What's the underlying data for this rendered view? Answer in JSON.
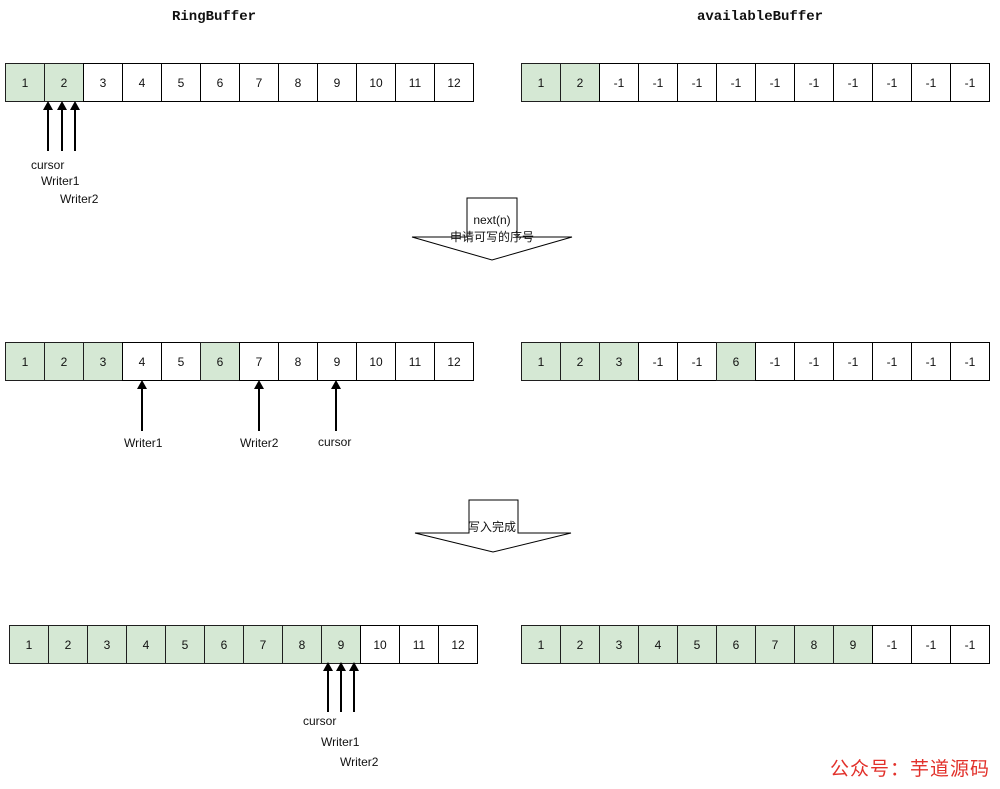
{
  "titles": {
    "ring": "RingBuffer",
    "available": "availableBuffer"
  },
  "colors": {
    "written": "#d5e8d4",
    "written_dark": "#b5d69a",
    "empty": "#ffffff",
    "watermark": "#e2312b"
  },
  "stage1": {
    "ring": [
      {
        "v": "1",
        "on": true
      },
      {
        "v": "2",
        "on": true
      },
      {
        "v": "3"
      },
      {
        "v": "4"
      },
      {
        "v": "5"
      },
      {
        "v": "6"
      },
      {
        "v": "7"
      },
      {
        "v": "8"
      },
      {
        "v": "9"
      },
      {
        "v": "10"
      },
      {
        "v": "11"
      },
      {
        "v": "12"
      }
    ],
    "available": [
      {
        "v": "1",
        "on": true
      },
      {
        "v": "2",
        "on": true
      },
      {
        "v": "-1"
      },
      {
        "v": "-1"
      },
      {
        "v": "-1"
      },
      {
        "v": "-1"
      },
      {
        "v": "-1"
      },
      {
        "v": "-1"
      },
      {
        "v": "-1"
      },
      {
        "v": "-1"
      },
      {
        "v": "-1"
      },
      {
        "v": "-1"
      }
    ],
    "pointers": {
      "cursor": "cursor",
      "writer1": "Writer1",
      "writer2": "Writer2"
    }
  },
  "step1": {
    "line1": "next(n)",
    "line2": "申请可写的序号"
  },
  "stage2": {
    "ring": [
      {
        "v": "1",
        "on": true
      },
      {
        "v": "2",
        "on": true
      },
      {
        "v": "3",
        "on": true
      },
      {
        "v": "4"
      },
      {
        "v": "5"
      },
      {
        "v": "6",
        "on": true
      },
      {
        "v": "7"
      },
      {
        "v": "8"
      },
      {
        "v": "9"
      },
      {
        "v": "10"
      },
      {
        "v": "11"
      },
      {
        "v": "12"
      }
    ],
    "available": [
      {
        "v": "1",
        "on": true
      },
      {
        "v": "2",
        "on": true
      },
      {
        "v": "3",
        "on": true
      },
      {
        "v": "-1"
      },
      {
        "v": "-1"
      },
      {
        "v": "6",
        "on": true
      },
      {
        "v": "-1"
      },
      {
        "v": "-1"
      },
      {
        "v": "-1"
      },
      {
        "v": "-1"
      },
      {
        "v": "-1"
      },
      {
        "v": "-1"
      }
    ],
    "pointers": {
      "writer1": "Writer1",
      "writer2": "Writer2",
      "cursor": "cursor"
    }
  },
  "step2": {
    "line1": "写入完成"
  },
  "stage3": {
    "ring": [
      {
        "v": "1",
        "on": true
      },
      {
        "v": "2",
        "on": true
      },
      {
        "v": "3",
        "on": true
      },
      {
        "v": "4",
        "on": true
      },
      {
        "v": "5",
        "on": true
      },
      {
        "v": "6",
        "on": true
      },
      {
        "v": "7",
        "on": true
      },
      {
        "v": "8",
        "on": true
      },
      {
        "v": "9",
        "on": true
      },
      {
        "v": "10"
      },
      {
        "v": "11"
      },
      {
        "v": "12"
      }
    ],
    "available": [
      {
        "v": "1",
        "on": true
      },
      {
        "v": "2",
        "on": true
      },
      {
        "v": "3",
        "on": true
      },
      {
        "v": "4",
        "on": true
      },
      {
        "v": "5",
        "on": true
      },
      {
        "v": "6",
        "on": true
      },
      {
        "v": "7",
        "on": true
      },
      {
        "v": "8",
        "on": true
      },
      {
        "v": "9",
        "on": true
      },
      {
        "v": "-1"
      },
      {
        "v": "-1"
      },
      {
        "v": "-1"
      }
    ],
    "pointers": {
      "cursor": "cursor",
      "writer1": "Writer1",
      "writer2": "Writer2"
    }
  },
  "watermark": "公众号：芋道源码"
}
